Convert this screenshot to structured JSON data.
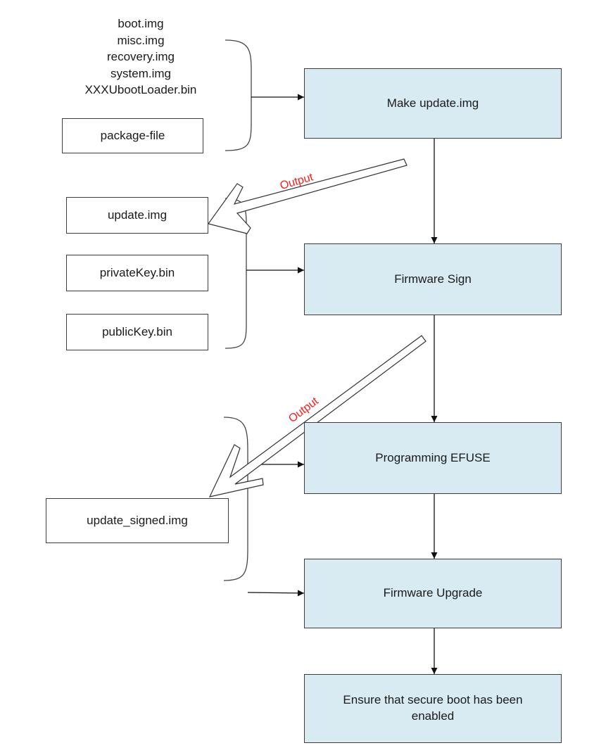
{
  "diagram": {
    "source_files": [
      "boot.img",
      "misc.img",
      "recovery.img",
      "system.img",
      "XXXUbootLoader.bin"
    ],
    "package_file": "package-file",
    "steps": {
      "make_update": "Make update.img",
      "firmware_sign": "Firmware Sign",
      "programming_efuse": "Programming EFUSE",
      "firmware_upgrade": "Firmware Upgrade",
      "ensure_secure_boot": "Ensure that secure boot has been enabled"
    },
    "sign_inputs": {
      "update_img": "update.img",
      "private_key": "privateKey.bin",
      "public_key": "publicKey.bin"
    },
    "signed_output": "update_signed.img",
    "output_label_1": "Output",
    "output_label_2": "Output",
    "colors": {
      "step_fill": "#d9ebf2",
      "output_label": "#ff1a1a",
      "stroke": "#3c3c3c"
    }
  }
}
